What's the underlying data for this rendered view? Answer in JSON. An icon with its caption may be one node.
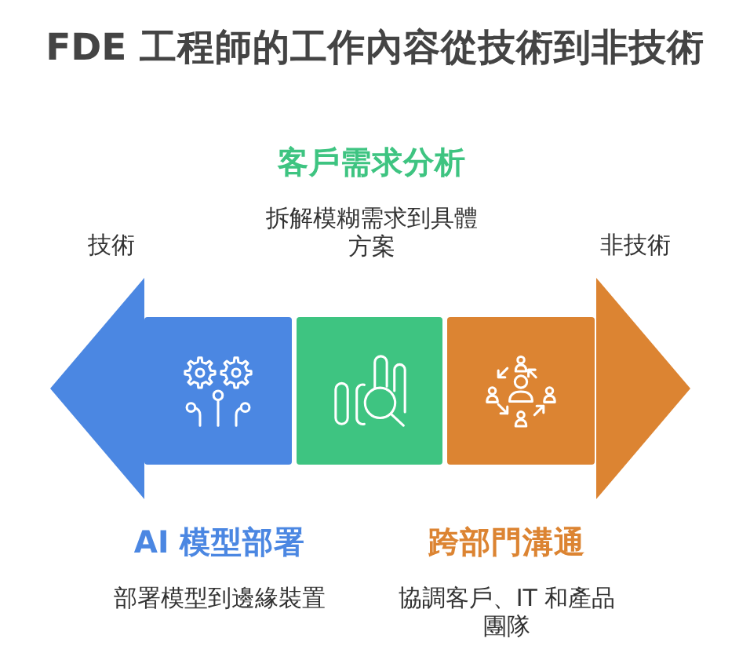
{
  "diagram": {
    "title": "FDE 工程師的工作內容從技術到非技術",
    "nodes": [
      {
        "text": [
          "技術"
        ]
      },
      {
        "text": [
          "AI 模型部署",
          "部署模型到邊緣裝置"
        ]
      },
      {
        "text": [
          "客戶需求分析",
          "拆解模糊需求到具體方案"
        ]
      },
      {
        "text": [
          "跨部門溝通",
          "協調客戶、IT 和產品團隊"
        ]
      },
      {
        "text": [
          "非技術"
        ]
      }
    ]
  }
}
